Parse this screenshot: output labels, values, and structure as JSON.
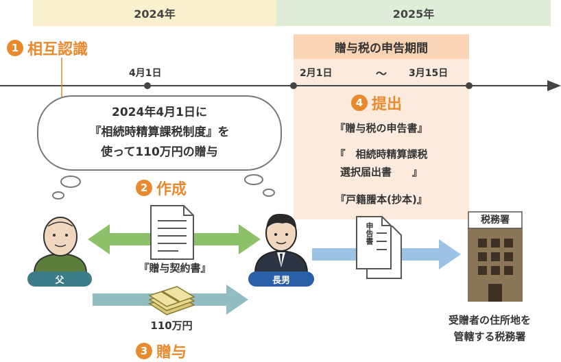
{
  "years": {
    "y2024": "2024年",
    "y2025": "2025年"
  },
  "timeline": {
    "period_title": "贈与税の申告期間",
    "date_apr1": "4月1日",
    "date_feb1": "2月1日",
    "tilde": "〜",
    "date_mar15": "3月15日"
  },
  "steps": {
    "s1": {
      "num": "1",
      "label": "相互認識"
    },
    "s2": {
      "num": "2",
      "label": "作成"
    },
    "s3": {
      "num": "3",
      "label": "贈与"
    },
    "s4": {
      "num": "4",
      "label": "提出"
    }
  },
  "thought": {
    "line1": "2024年4月1日に",
    "line2": "『相続時精算課税制度』を",
    "line3": "使って110万円の贈与"
  },
  "documents": {
    "doc1": "『贈与税の申告書』",
    "doc2a": "『　相続時精算課税",
    "doc2b": "選択届出書　　』",
    "doc3": "『戸籍謄本(抄本)』"
  },
  "people": {
    "father": "父",
    "son": "長男"
  },
  "contract_label": "『贈与契約書』",
  "money_label": "110万円",
  "form_text": "申告書",
  "tax_office": {
    "sign": "税務署",
    "caption1": "受贈者の住所地を",
    "caption2": "管轄する税務署"
  },
  "colors": {
    "year2024_band": "#faf0cd",
    "year2025_band": "#dfedd8",
    "period_panel": "#fcebdc",
    "accent_orange": "#e8892e",
    "badge_teal": "#3d7b87",
    "badge_blue": "#2b5fa8",
    "arrow_green": "#8cc169",
    "arrow_teal": "#90bcc2",
    "arrow_blue": "#9cc3e6"
  },
  "icons": [
    "father-avatar-icon",
    "son-avatar-icon",
    "contract-document-icon",
    "money-bundle-icon",
    "tax-form-icon",
    "tax-office-building-icon"
  ]
}
